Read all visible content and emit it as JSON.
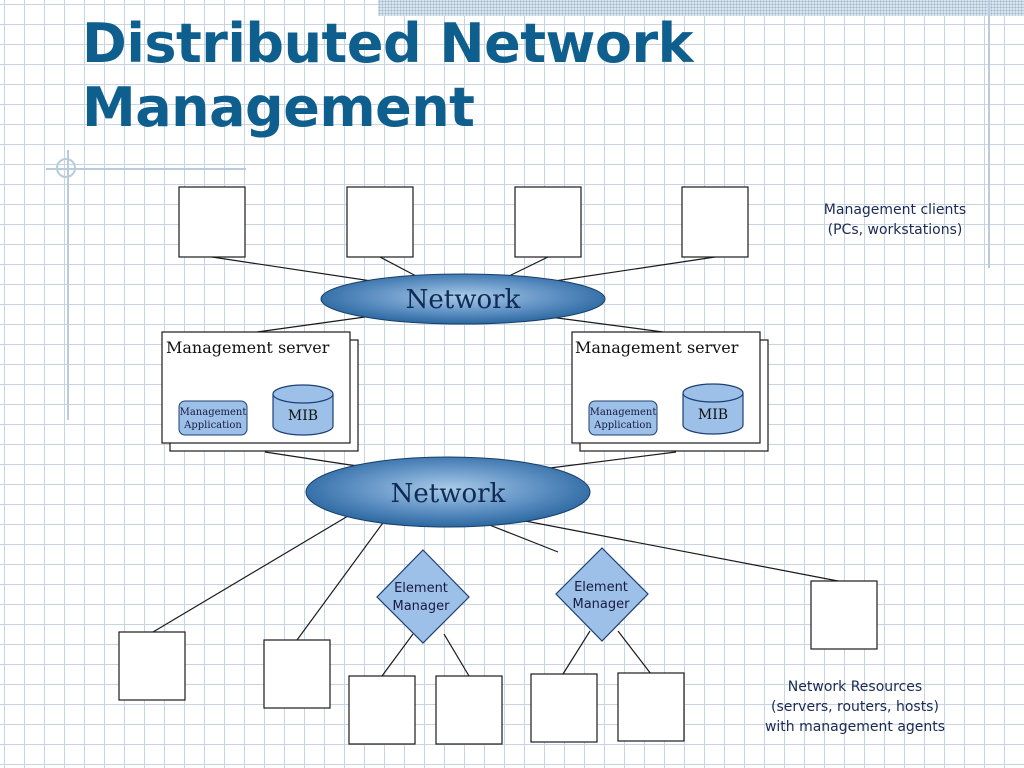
{
  "title": "Distributed Network\nManagement",
  "networks": {
    "top_label": "Network",
    "bottom_label": "Network"
  },
  "servers": [
    {
      "label": "Management server",
      "app_label": "Management\nApplication",
      "db_label": "MIB"
    },
    {
      "label": "Management server",
      "app_label": "Management\nApplication",
      "db_label": "MIB"
    }
  ],
  "element_managers": [
    {
      "label": "Element\nManager"
    },
    {
      "label": "Element\nManager"
    }
  ],
  "captions": {
    "clients": "Management clients\n(PCs, workstations)",
    "resources": "Network Resources\n(servers, routers, hosts)\nwith management agents"
  },
  "colors": {
    "title": "#0f5f8e",
    "network_fill_center": "#8fb8dc",
    "network_fill_edge": "#1f5f98",
    "shape_fill": "#9cc0e8",
    "shape_stroke": "#1d3f73"
  }
}
